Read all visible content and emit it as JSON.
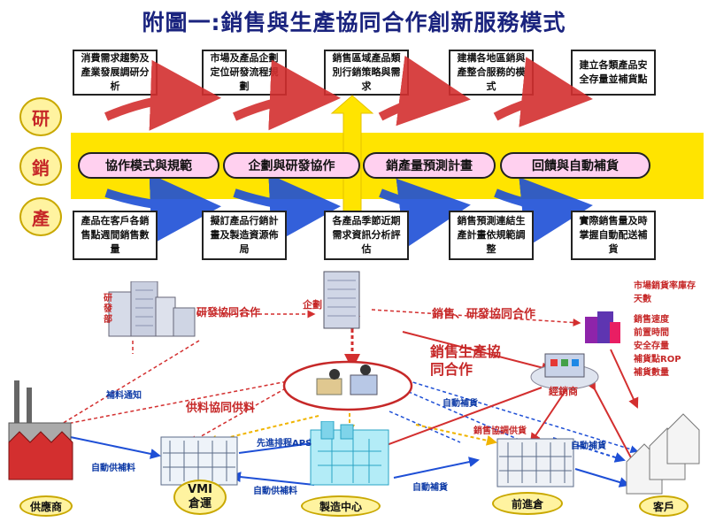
{
  "title": "附圖一:銷售與生產協同合作創新服務模式",
  "side_labels": [
    "研",
    "銷",
    "產"
  ],
  "top_boxes": [
    "消費需求趨勢及產業發展調研分析",
    "市場及產品企劃定位研發流程規劃",
    "銷售區域產品類別行銷策略與需求",
    "建構各地區銷與產整合服務的模式",
    "建立各類產品安全存量並補貨點"
  ],
  "pills": [
    "協作模式與規範",
    "企劃與研發協作",
    "銷產量預測計畫",
    "回饋與自動補貨"
  ],
  "bottom_boxes": [
    "產品在客戶各銷售點週間銷售數量",
    "擬訂產品行銷計畫及製造資源佈局",
    "各產品季節近期需求資訊分析評估",
    "銷售預測連結生產計畫依規範調整",
    "實際銷售量及時掌握自動配送補貨"
  ],
  "network": {
    "rd_label": "研發部",
    "hq_label": "企劃",
    "rd_collab": "研發協同合作",
    "sales_rd_collab": "銷售、研發協同合作",
    "sales_prod_collab": "銷售生產協同合作",
    "material_notice": "補料通知",
    "supply_collab": "供料協同供料",
    "auto_replenish_1": "自動補貨",
    "sales_collab_supply": "銷售協調供貨",
    "auto_replenish_2": "自動補貨",
    "advanced_aps": "先進排程APS",
    "auto_supply_1": "自動供補料",
    "auto_supply_2": "自動供補料",
    "auto_replenish_3": "自動補貨",
    "distributor": "經銷商",
    "red_text_1": "市場銷貨率庫存天數",
    "red_text_2": [
      "銷售速度",
      "前置時間",
      "安全存量",
      "補貨點ROP",
      "補貨數量"
    ],
    "nodes": {
      "supplier": "供應商",
      "vmi": "VMI 倉運",
      "manufacturing": "製造中心",
      "warehouse": "前進倉",
      "customer": "客戶"
    }
  },
  "colors": {
    "title": "#1a237e",
    "band": "#ffe400",
    "pill": "#ffd0ef",
    "oval": "#fff3a0",
    "red_arrow": "#d32f2f",
    "blue_arrow": "#1e4fd6",
    "gold_arrow": "#f0b400"
  }
}
